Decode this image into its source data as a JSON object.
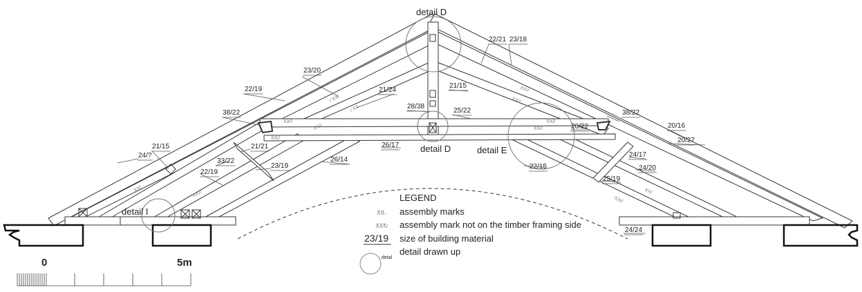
{
  "details": {
    "top": "detail D",
    "center": "detail D",
    "right": "detail E",
    "left": "detail I"
  },
  "member_sizes": {
    "a_23_20": "23/20",
    "a_22_19": "22/19",
    "a_22_21": "22/21",
    "a_23_18": "23/18",
    "a_21_24": "21/24",
    "a_21_15_r": "21/15",
    "a_28_38": "28/38",
    "a_25_22": "25/22",
    "a_38_22_l": "38/22",
    "a_38_22_r": "38/22",
    "a_20_22": "20/22",
    "a_20_16": "20/16",
    "a_20_27": "20/27",
    "a_21_15_l": "21/15",
    "a_24_q": "24/?",
    "a_33_22": "33/22",
    "a_21_21": "21/21",
    "a_22_19_b": "22/19",
    "a_23_19": "23/19",
    "a_26_14": "26/14",
    "a_26_17": "26/17",
    "a_24_17": "24/17",
    "a_24_20": "24/20",
    "a_22_15": "22/15",
    "a_25_19": "25/19",
    "a_24_24": "24/24"
  },
  "legend": {
    "title": "LEGEND",
    "mark_symbol": "XII⸝",
    "mark_symbol_alt": "XII↻",
    "assembly_marks": "assembly marks",
    "assembly_mark_other_side": "assembly mark not on the timber framing side",
    "size_example": "23/19",
    "size_desc": "size of building material",
    "circle_label": "detal",
    "detail_desc": "detail drawn up"
  },
  "scale": {
    "start": "0",
    "end": "5m"
  },
  "colors": {
    "line": "#333333",
    "text": "#222222",
    "mark": "#777777"
  }
}
